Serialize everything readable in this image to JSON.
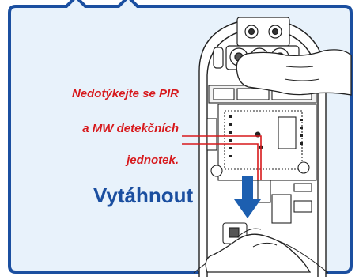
{
  "warning": {
    "lines": [
      "Nedotýkejte se PIR",
      "a MW detekčních",
      "jednotek."
    ],
    "color": "#d7191c"
  },
  "action": {
    "label": "Vytáhnout",
    "color": "#1b4fa0"
  },
  "frame_color": "#1b4fa0",
  "panel_color": "#e8f2fb",
  "arrow_color": "#1d5fb0"
}
